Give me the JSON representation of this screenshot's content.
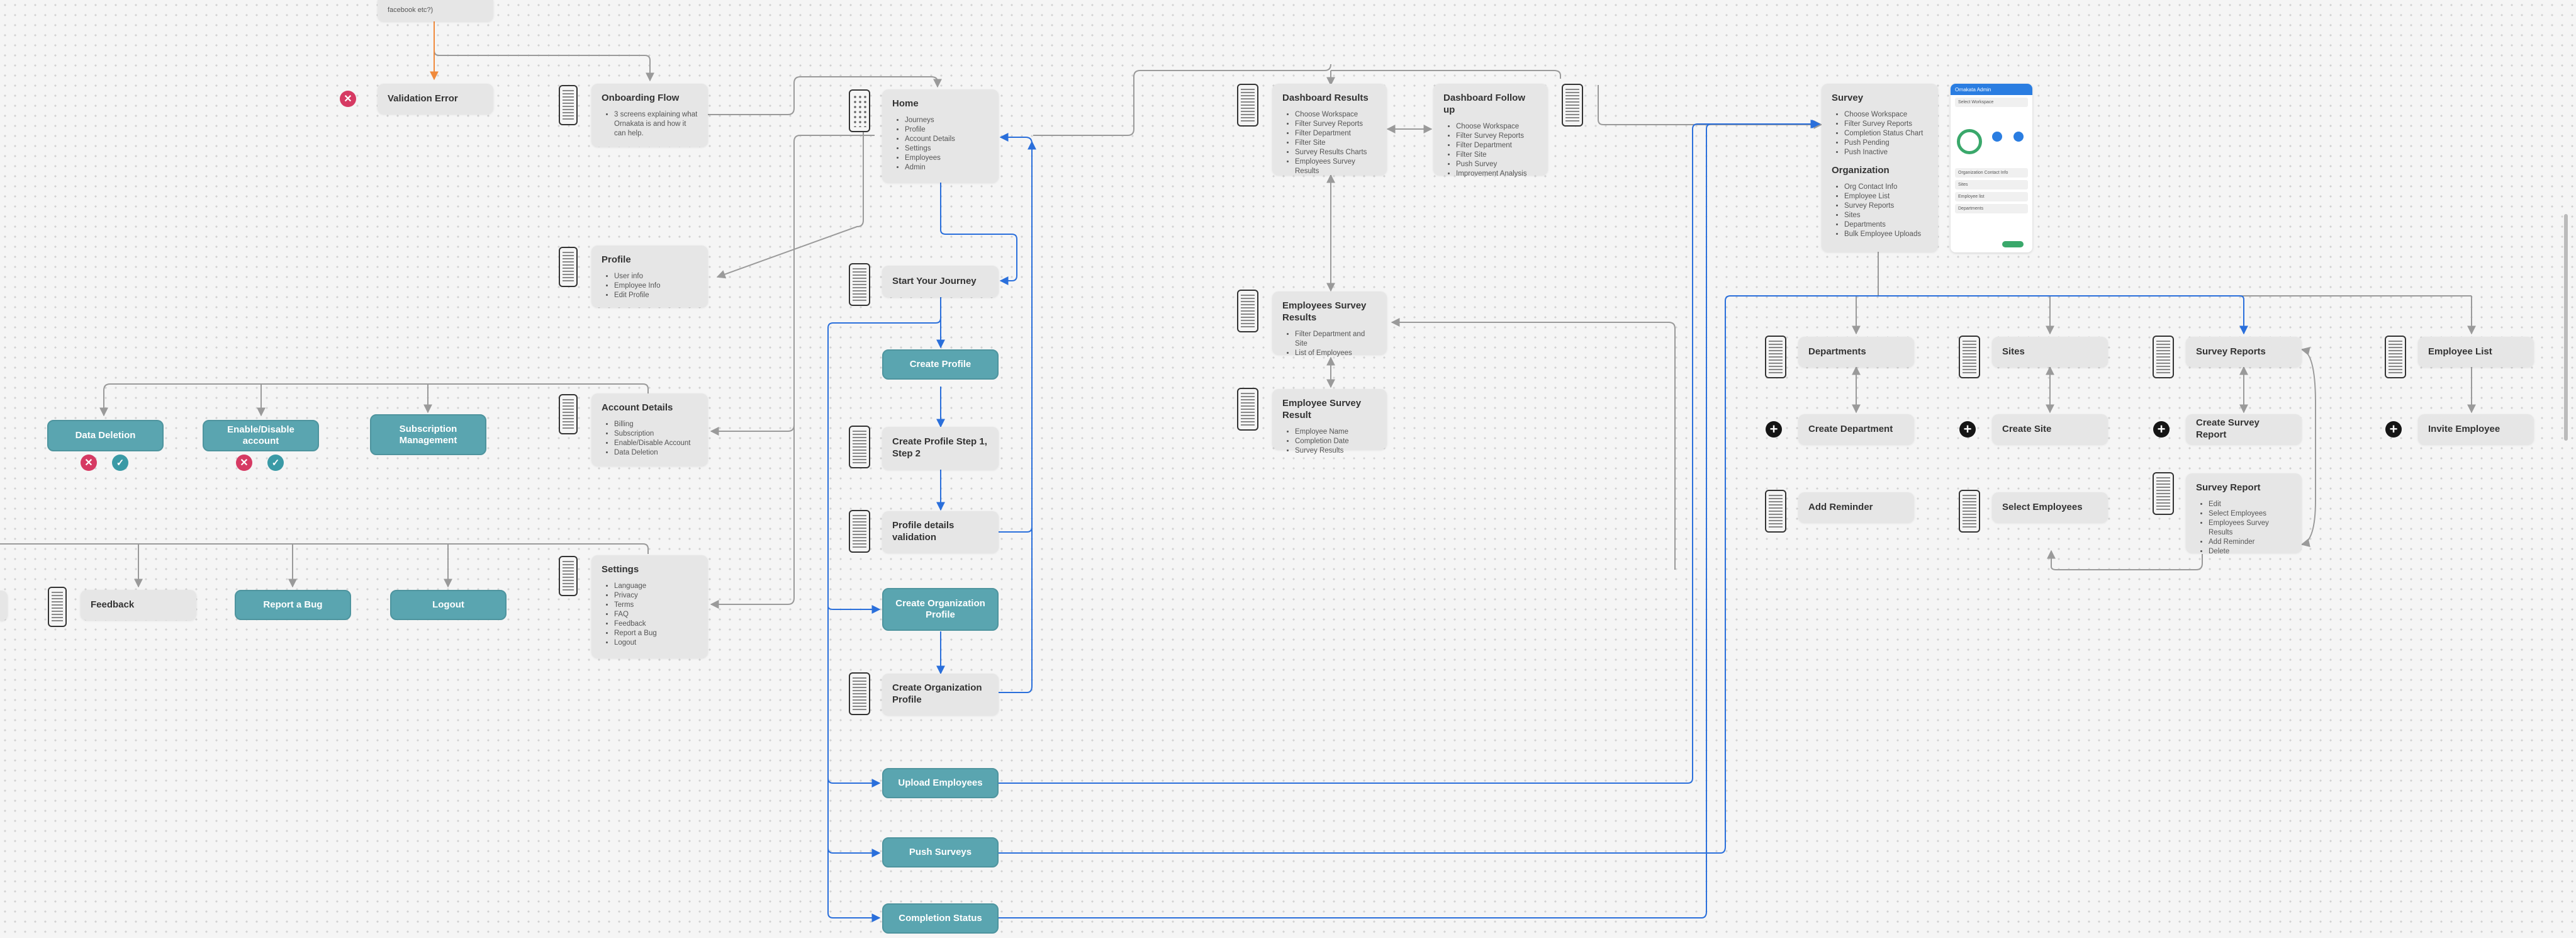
{
  "cards": {
    "top_cut": {
      "title": "facebook etc?)"
    },
    "validation": {
      "title": "Validation Error"
    },
    "onboarding": {
      "title": "Onboarding Flow",
      "items": [
        "3 screens explaining what Ornakata is and how it can help."
      ]
    },
    "home": {
      "title": "Home",
      "items": [
        "Journeys",
        "Profile",
        "Account Details",
        "Settings",
        "Employees",
        "Admin"
      ]
    },
    "profile": {
      "title": "Profile",
      "items": [
        "User info",
        "Employee Info",
        "Edit Profile"
      ]
    },
    "account": {
      "title": "Account Details",
      "items": [
        "Billing",
        "Subscription",
        "Enable/Disable Account",
        "Data Deletion"
      ]
    },
    "settings": {
      "title": "Settings",
      "items": [
        "Language",
        "Privacy",
        "Terms",
        "FAQ",
        "Feedback",
        "Report a Bug",
        "Logout"
      ]
    },
    "feedback": {
      "title": "Feedback"
    },
    "journey": {
      "title": "Start Your Journey"
    },
    "step12": {
      "title": "Create Profile Step 1, Step 2"
    },
    "pvalid": {
      "title": "Profile details validation"
    },
    "orgprofile": {
      "title": "Create Organization Profile"
    },
    "dresults": {
      "title": "Dashboard Results",
      "items": [
        "Choose Workspace",
        "Filter Survey Reports",
        "Filter Department",
        "Filter Site",
        "Survey Results Charts",
        "Employees Survey Results"
      ]
    },
    "dfollow": {
      "title": "Dashboard Follow up",
      "items": [
        "Choose Workspace",
        "Filter Survey Reports",
        "Filter Department",
        "Filter Site",
        "Push Survey",
        "Improvement Analysis"
      ]
    },
    "esresults": {
      "title": "Employees Survey Results",
      "items": [
        "Filter Department and Site",
        "List of Employees"
      ]
    },
    "esresult": {
      "title": "Employee Survey Result",
      "items": [
        "Employee Name",
        "Completion Date",
        "Survey Results"
      ]
    },
    "survey": {
      "title": "Survey",
      "items": [
        "Choose Workspace",
        "Filter Survey Reports",
        "Completion Status Chart",
        "Push Pending",
        "Push Inactive"
      ]
    },
    "organization": {
      "title": "Organization",
      "items": [
        "Org Contact Info",
        "Employee List",
        "Survey Reports",
        "Sites",
        "Departments",
        "Bulk Employee Uploads"
      ]
    },
    "departments": {
      "title": "Departments"
    },
    "sites": {
      "title": "Sites"
    },
    "sreports": {
      "title": "Survey Reports"
    },
    "elist": {
      "title": "Employee List"
    },
    "cdept": {
      "title": "Create Department"
    },
    "csite": {
      "title": "Create Site"
    },
    "csreport": {
      "title": "Create Survey Report"
    },
    "invite": {
      "title": "Invite Employee"
    },
    "reminder": {
      "title": "Add Reminder"
    },
    "selemp": {
      "title": "Select Employees"
    },
    "sreport": {
      "title": "Survey Report",
      "items": [
        "Edit",
        "Select Employees",
        "Employees Survey Results",
        "Add Reminder",
        "Delete"
      ]
    }
  },
  "buttons": {
    "data_deletion": "Data Deletion",
    "enable_disable": "Enable/Disable account",
    "subscription": "Subscription Management",
    "report_bug": "Report a Bug",
    "logout": "Logout",
    "create_profile": "Create Profile",
    "create_org_btn": "Create Organization Profile",
    "upload_employees": "Upload Employees",
    "push_surveys": "Push Surveys",
    "completion_status": "Completion Status"
  },
  "mockup": {
    "header": "Ornakata Admin",
    "rows": [
      "Select Workspace",
      "Organization Contact Info",
      "Sites",
      "Employee list",
      "Departments"
    ]
  },
  "colors": {
    "accent": "#5aa5b0",
    "reject": "#d63a63",
    "accept": "#3a9aa6",
    "wire_blue": "#2a6fdb",
    "wire_gray": "#9a9a9a",
    "wire_orange": "#f08a3c"
  }
}
